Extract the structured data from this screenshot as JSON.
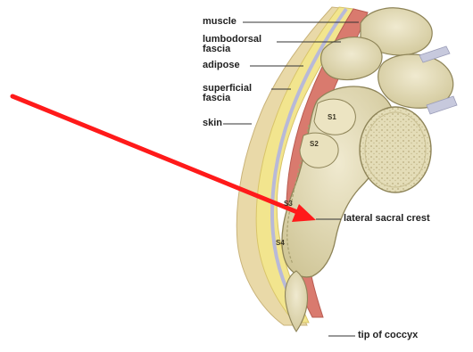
{
  "labels": {
    "muscle": "muscle",
    "lumbodorsal_line1": "lumbodorsal",
    "lumbodorsal_line2": "fascia",
    "adipose": "adipose",
    "superficial_line1": "superficial",
    "superficial_line2": "fascia",
    "skin": "skin",
    "lateral_sacral_crest": "lateral sacral crest",
    "tip_of_coccyx": "tip of coccyx"
  },
  "vertebra_levels": [
    "S1",
    "S2",
    "S3",
    "S4"
  ],
  "colors": {
    "arrow": "#ff1a1a",
    "bone": "#e3dcb4",
    "bone_outline": "#8e8458",
    "muscle": "#d9716a",
    "skin": "#e7d7a7",
    "adipose": "#f3e58f",
    "fascia": "#b7b8d6",
    "label_text": "#222222"
  }
}
